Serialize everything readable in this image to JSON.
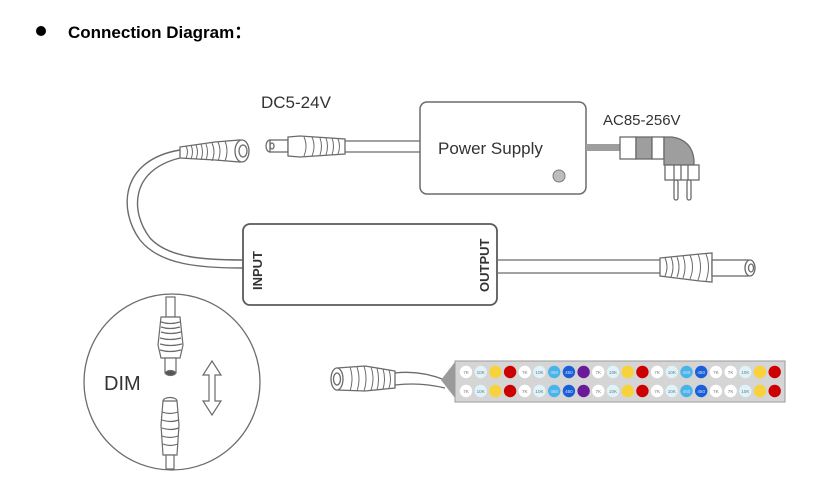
{
  "heading": {
    "text": "Connection Diagram："
  },
  "labels": {
    "dc_voltage": "DC5-24V",
    "ac_voltage": "AC85-256V",
    "power_supply": "Power Supply",
    "input": "INPUT",
    "output": "OUTPUT",
    "dim": "DIM"
  },
  "led_strip": {
    "colors": {
      "7K": "#ffffff",
      "10K": "#dff3fb",
      "yellow": "#f7d23a",
      "red": "#cc0000",
      "460": "#4ab4ea",
      "450": "#1a5fd8",
      "purple": "#6a1b9a"
    },
    "sequence": [
      "7K",
      "10K",
      "yellow",
      "red",
      "7K",
      "10K",
      "460",
      "450",
      "purple",
      "7K",
      "10K",
      "yellow",
      "red",
      "7K",
      "10K",
      "460",
      "450",
      "7K",
      "7K",
      "10K",
      "yellow",
      "red"
    ],
    "rows": 2
  }
}
